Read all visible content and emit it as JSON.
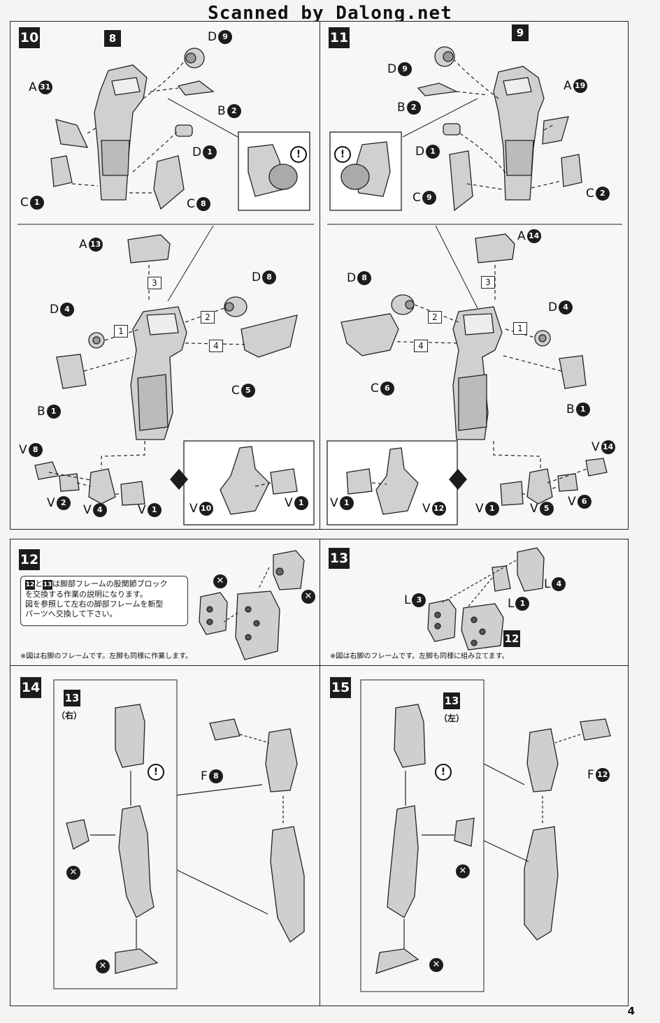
{
  "header": "Scanned by Dalong.net",
  "page_number": "4",
  "steps": {
    "s10": {
      "number": "10",
      "sub_number": "8"
    },
    "s11": {
      "number": "11",
      "sub_number": "9"
    },
    "s12": {
      "number": "12",
      "desc_ref1": "12",
      "desc_and": "と",
      "desc_ref2": "13",
      "desc_line1": "は脚部フレームの股関節ブロック",
      "desc_line2": "を交換する作業の説明になります。",
      "desc_line3": "図を参照して左右の脚部フレームを新型",
      "desc_line4": "パーツへ交換して下さい。",
      "note": "※図は右脚のフレームです。左脚も同様に作業します。"
    },
    "s13": {
      "number": "13",
      "sub_number": "12",
      "note": "※図は右脚のフレームです。左脚も同様に組み立てます。"
    },
    "s14": {
      "number": "14",
      "sub_number": "13",
      "side": "（右）"
    },
    "s15": {
      "number": "15",
      "sub_number": "13",
      "side": "（左）"
    }
  },
  "labels": {
    "s10": [
      {
        "letter": "D",
        "num": "9"
      },
      {
        "letter": "A",
        "num": "31"
      },
      {
        "letter": "B",
        "num": "2"
      },
      {
        "letter": "D",
        "num": "1"
      },
      {
        "letter": "C",
        "num": "1"
      },
      {
        "letter": "C",
        "num": "8"
      },
      {
        "letter": "A",
        "num": "13"
      },
      {
        "letter": "D",
        "num": "8"
      },
      {
        "letter": "D",
        "num": "4"
      },
      {
        "letter": "C",
        "num": "5"
      },
      {
        "letter": "B",
        "num": "1"
      },
      {
        "letter": "V",
        "num": "8"
      },
      {
        "letter": "V",
        "num": "2"
      },
      {
        "letter": "V",
        "num": "4"
      },
      {
        "letter": "V",
        "num": "1"
      },
      {
        "letter": "V",
        "num": "10"
      },
      {
        "letter": "V",
        "num": "1"
      }
    ],
    "s11": [
      {
        "letter": "D",
        "num": "9"
      },
      {
        "letter": "A",
        "num": "19"
      },
      {
        "letter": "B",
        "num": "2"
      },
      {
        "letter": "D",
        "num": "1"
      },
      {
        "letter": "C",
        "num": "9"
      },
      {
        "letter": "C",
        "num": "2"
      },
      {
        "letter": "A",
        "num": "14"
      },
      {
        "letter": "D",
        "num": "8"
      },
      {
        "letter": "D",
        "num": "4"
      },
      {
        "letter": "C",
        "num": "6"
      },
      {
        "letter": "B",
        "num": "1"
      },
      {
        "letter": "V",
        "num": "14"
      },
      {
        "letter": "V",
        "num": "1"
      },
      {
        "letter": "V",
        "num": "12"
      },
      {
        "letter": "V",
        "num": "1"
      },
      {
        "letter": "V",
        "num": "5"
      },
      {
        "letter": "V",
        "num": "6"
      }
    ],
    "s13": [
      {
        "letter": "L",
        "num": "4"
      },
      {
        "letter": "L",
        "num": "3"
      },
      {
        "letter": "L",
        "num": "1"
      }
    ],
    "s14": [
      {
        "letter": "F",
        "num": "8"
      }
    ],
    "s15": [
      {
        "letter": "F",
        "num": "12"
      }
    ]
  },
  "order_steps": {
    "s10": [
      "1",
      "2",
      "3",
      "4"
    ],
    "s11": [
      "1",
      "2",
      "3",
      "4"
    ]
  },
  "symbols": {
    "cross": "✕",
    "exclaim": "!"
  },
  "colors": {
    "ink": "#1c1c1c",
    "paper": "#f7f7f5",
    "part_fill": "#cfcfcf",
    "part_dark": "#8c8c8c"
  }
}
